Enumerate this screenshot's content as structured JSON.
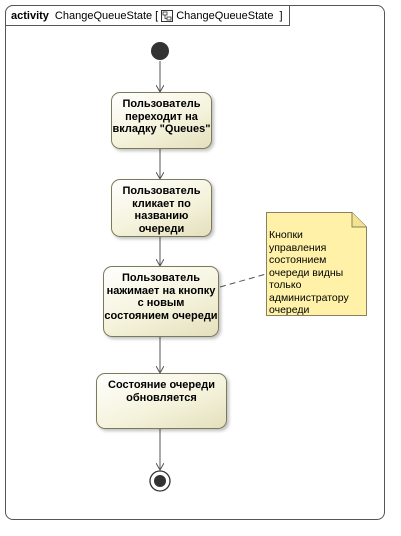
{
  "frame": {
    "keyword": "activity",
    "name": "ChangeQueueState",
    "bracket_open": "[",
    "diagram_ref": "ChangeQueueState",
    "bracket_close": "]"
  },
  "actions": [
    "Пользователь переходит на вкладку \"Queues\"",
    "Пользователь кликает по названию очереди",
    "Пользователь нажимает на кнопку с новым состоянием очереди",
    "Состояние очереди обновляется"
  ],
  "note": {
    "text": "Кнопки управления состоянием очереди видны только администратору очереди"
  },
  "colors": {
    "action_fill": "#f5f3dc",
    "note_fill": "#fff2a8",
    "line": "#555555"
  }
}
